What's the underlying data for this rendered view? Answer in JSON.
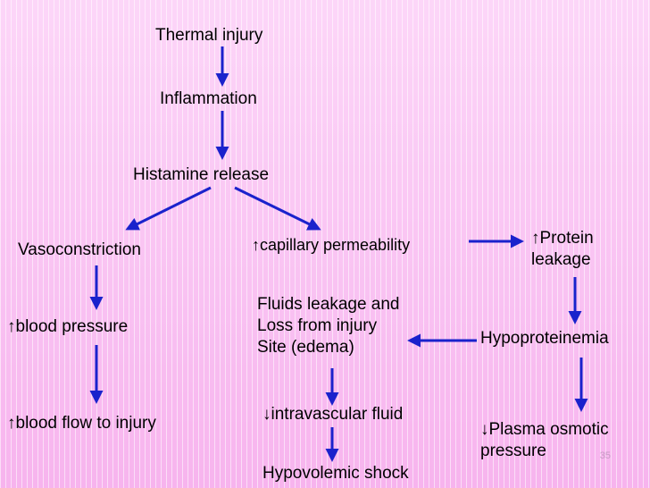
{
  "diagram": {
    "nodes": {
      "thermal_injury": "Thermal injury",
      "inflammation": "Inflammation",
      "histamine": "Histamine release",
      "vasoconstriction": "Vasoconstriction",
      "capillary_permeability": "↑capillary permeability",
      "protein_leakage": [
        "↑Protein",
        "leakage"
      ],
      "blood_pressure": "↑blood pressure",
      "fluids_leakage": [
        "Fluids leakage and",
        "Loss from injury",
        "Site (edema)"
      ],
      "hypoproteinemia": "Hypoproteinemia",
      "blood_flow": "↑blood flow to injury",
      "intravascular_fluid": "↓intravascular fluid",
      "plasma_osmotic": [
        "↓Plasma osmotic",
        "pressure"
      ],
      "hypovolemic_shock": "Hypovolemic shock"
    },
    "edges": [
      [
        "thermal_injury",
        "inflammation"
      ],
      [
        "inflammation",
        "histamine"
      ],
      [
        "histamine",
        "vasoconstriction"
      ],
      [
        "histamine",
        "capillary_permeability"
      ],
      [
        "capillary_permeability",
        "protein_leakage"
      ],
      [
        "vasoconstriction",
        "blood_pressure"
      ],
      [
        "blood_pressure",
        "blood_flow"
      ],
      [
        "protein_leakage",
        "hypoproteinemia"
      ],
      [
        "hypoproteinemia",
        "fluids_leakage"
      ],
      [
        "hypoproteinemia",
        "plasma_osmotic"
      ],
      [
        "fluids_leakage",
        "intravascular_fluid"
      ],
      [
        "intravascular_fluid",
        "hypovolemic_shock"
      ]
    ],
    "arrow_color": "#1a22cc"
  },
  "slide_number": "35"
}
